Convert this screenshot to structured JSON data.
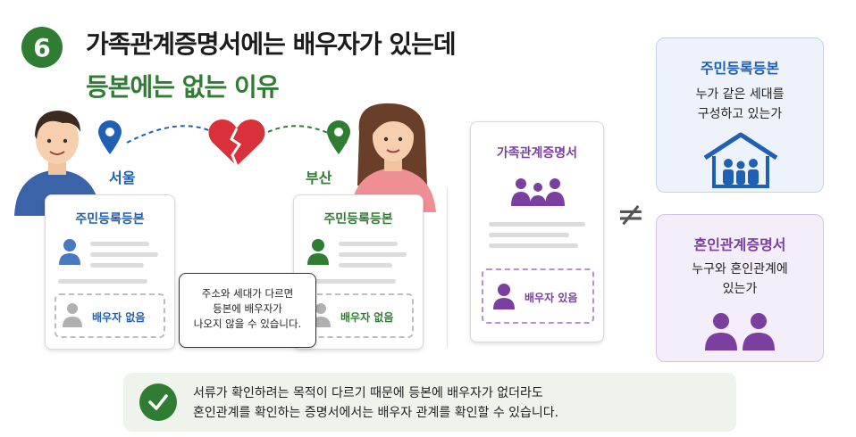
{
  "header": {
    "number": "6",
    "title_line1": "가족관계증명서에는 배우자가 있는데",
    "title_line2": "등본에는 없는 이유"
  },
  "locations": {
    "left": "서울",
    "right": "부산"
  },
  "left_card": {
    "title": "주민등록등본",
    "status": "배우자 없음"
  },
  "right_card": {
    "title": "주민등록등본",
    "status": "배우자 없음"
  },
  "note": {
    "line1": "주소와 세대가 다르면",
    "line2": "등본에 배우자가",
    "line3": "나오지 않을 수 있습니다."
  },
  "family_card": {
    "title": "가족관계증명서",
    "status": "배우자 있음"
  },
  "neq_symbol": "≠",
  "registry_box": {
    "title": "주민등록등본",
    "desc_line1": "누가 같은 세대를",
    "desc_line2": "구성하고 있는가"
  },
  "marriage_box": {
    "title": "혼인관계증명서",
    "desc_line1": "누구와 혼인관계에",
    "desc_line2": "있는가"
  },
  "summary": {
    "line1": "서류가 확인하려는 목적이 다르기 때문에 등본에 배우자가 없더라도",
    "line2": "혼인관계를 확인하는 증명서에서는 배우자 관계를 확인할 수 있습니다."
  },
  "colors": {
    "green": "#2e7d32",
    "blue": "#1f5fb4",
    "purple": "#7b3fa0",
    "heart": "#d9313a"
  }
}
